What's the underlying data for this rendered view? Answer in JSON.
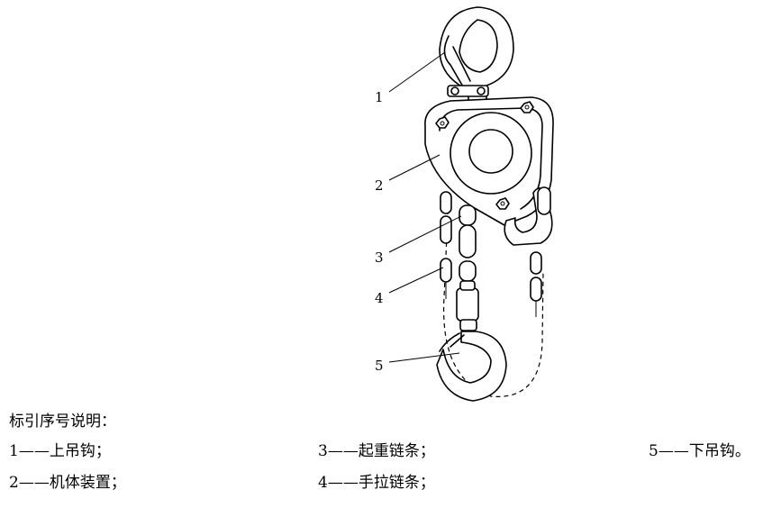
{
  "diagram": {
    "callouts": [
      {
        "id": "1",
        "text": "1"
      },
      {
        "id": "2",
        "text": "2"
      },
      {
        "id": "3",
        "text": "3"
      },
      {
        "id": "4",
        "text": "4"
      },
      {
        "id": "5",
        "text": "5"
      }
    ]
  },
  "legend": {
    "heading": "标引序号说明：",
    "items": [
      {
        "text": "1——上吊钩；"
      },
      {
        "text": "2——机体装置；"
      },
      {
        "text": "3——起重链条；"
      },
      {
        "text": "4——手拉链条；"
      },
      {
        "text": "5——下吊钩。"
      }
    ]
  }
}
